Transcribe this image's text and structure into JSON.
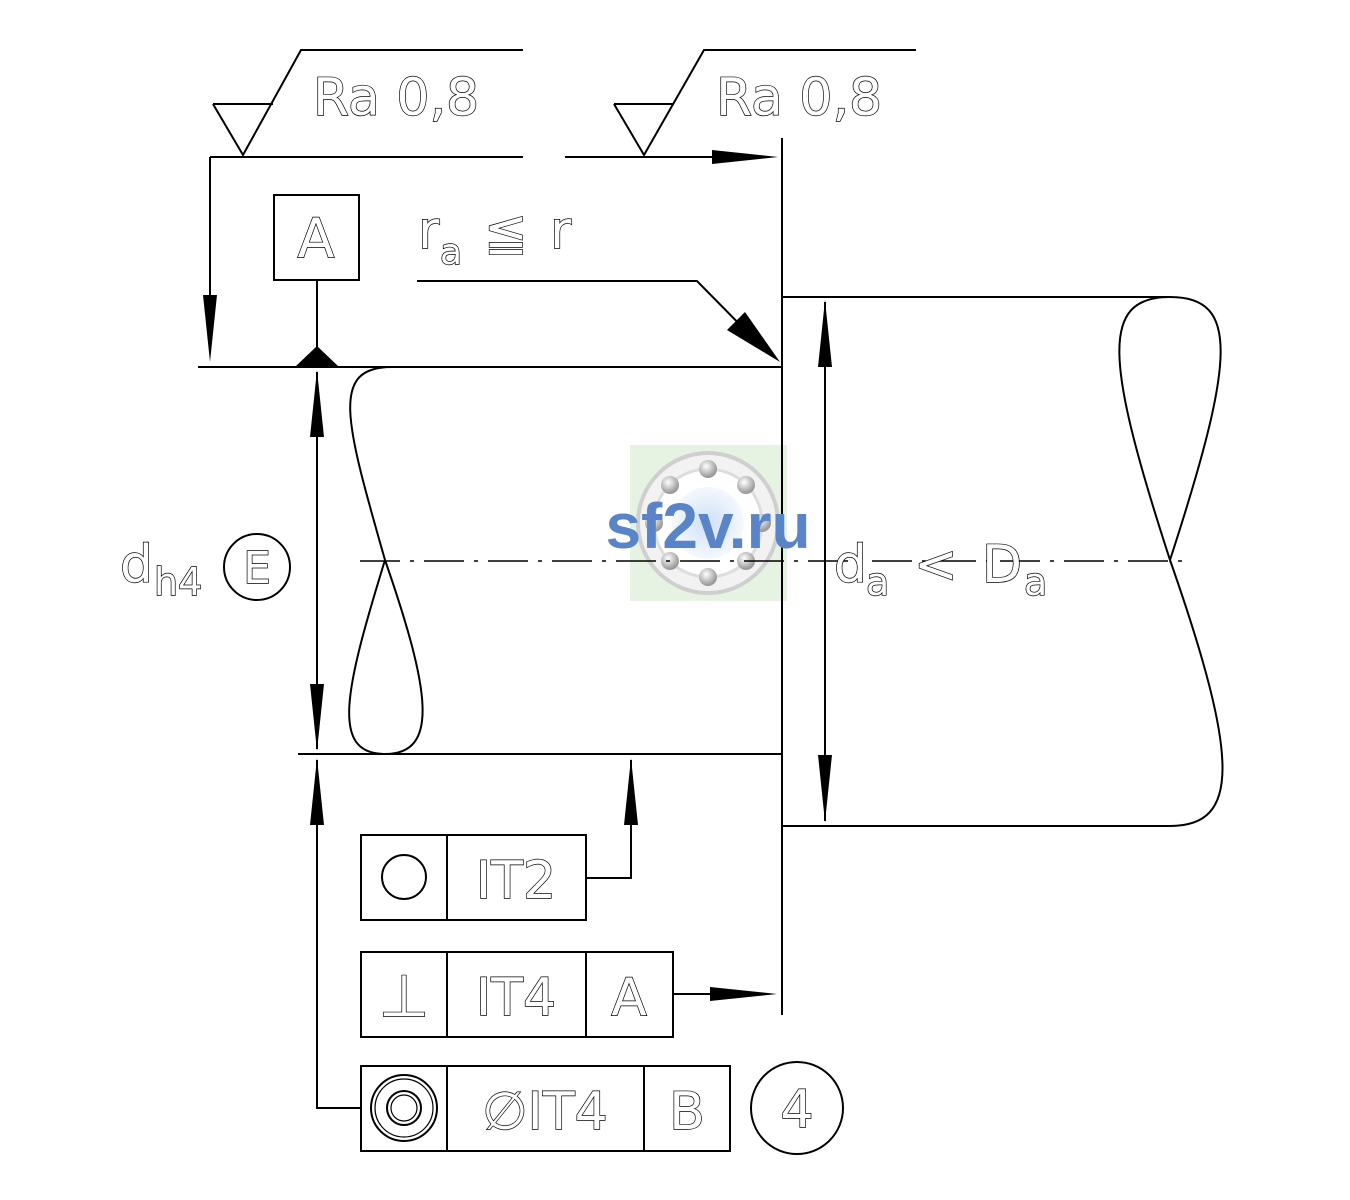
{
  "surface_finish": {
    "left": "Ra 0,8",
    "right": "Ra 0,8"
  },
  "datum": {
    "letter": "A"
  },
  "radius_note": {
    "r_main": "r",
    "r_sub": "a",
    "relation": "≦",
    "r_right": "r"
  },
  "shaft_dimension": {
    "main": "d",
    "subscript": "h4",
    "envelope_symbol": "E"
  },
  "housing_dimension": {
    "left_main": "d",
    "left_sub": "a",
    "relation": "<",
    "right_main": "D",
    "right_sub": "a"
  },
  "tolerance_frames": [
    {
      "symbol": "circularity-icon",
      "value": "IT2"
    },
    {
      "symbol": "perpendicularity-icon",
      "glyph": "⊥",
      "value": "IT4",
      "datum": "A"
    },
    {
      "symbol": "concentricity-icon",
      "value": "∅IT4",
      "datum": "B"
    }
  ],
  "note_number": "4",
  "watermark": {
    "text": "sf2v.ru",
    "color": "#5a84c8"
  }
}
